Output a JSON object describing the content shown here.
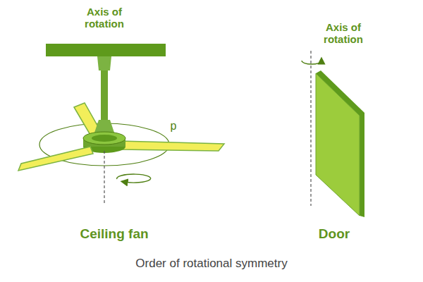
{
  "diagram": {
    "caption": "Order of rotational symmetry",
    "labels": [
      "Axis of rotation",
      "p",
      "Axis of rotation",
      "Ceiling fan",
      "Door"
    ]
  }
}
